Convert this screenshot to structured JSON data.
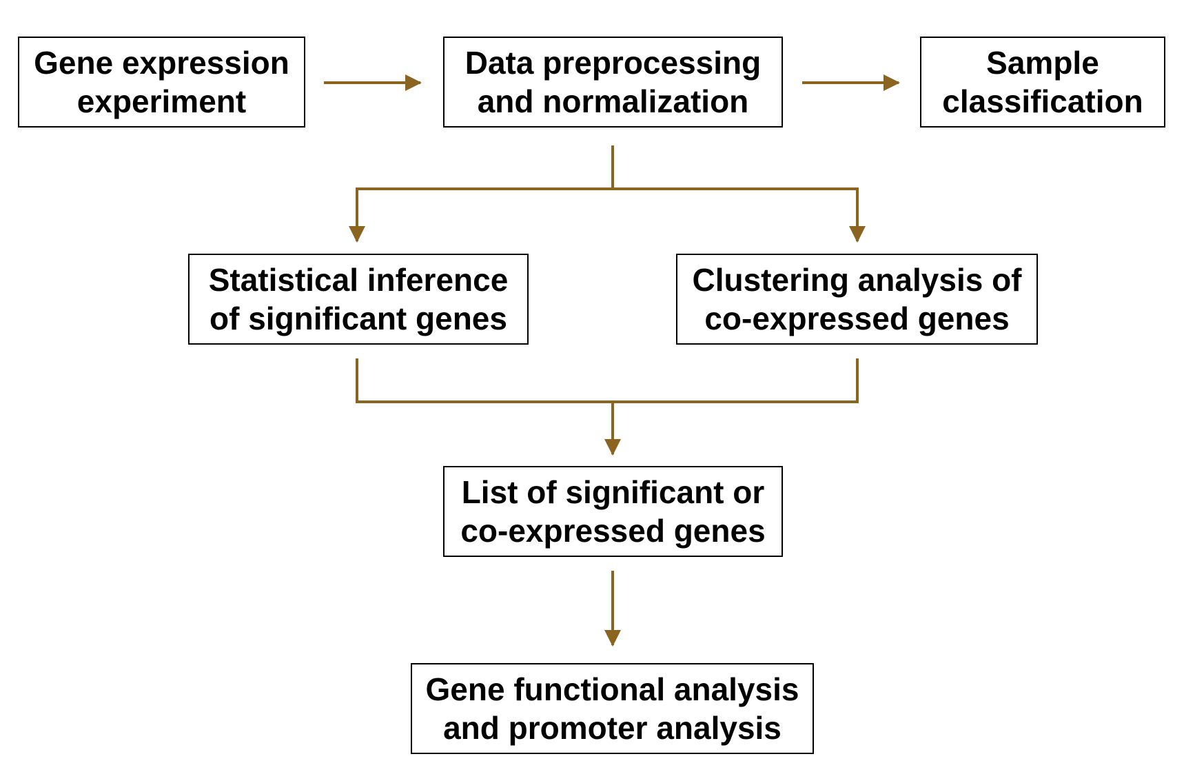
{
  "diagram": {
    "edge_color": "#8B6420",
    "nodes": [
      {
        "id": "n1",
        "label": "Gene expression\nexperiment"
      },
      {
        "id": "n2",
        "label": "Data preprocessing\nand normalization"
      },
      {
        "id": "n3",
        "label": "Sample\nclassification"
      },
      {
        "id": "n4",
        "label": "Statistical inference\nof significant genes"
      },
      {
        "id": "n5",
        "label": "Clustering analysis of\nco-expressed genes"
      },
      {
        "id": "n6",
        "label": "List of significant or\nco-expressed genes"
      },
      {
        "id": "n7",
        "label": "Gene functional analysis\nand promoter analysis"
      }
    ],
    "edges": [
      {
        "from": "n1",
        "to": "n2"
      },
      {
        "from": "n2",
        "to": "n3"
      },
      {
        "from": "n2",
        "to": "n4"
      },
      {
        "from": "n2",
        "to": "n5"
      },
      {
        "from": "n4",
        "to": "n6"
      },
      {
        "from": "n5",
        "to": "n6"
      },
      {
        "from": "n6",
        "to": "n7"
      }
    ]
  }
}
